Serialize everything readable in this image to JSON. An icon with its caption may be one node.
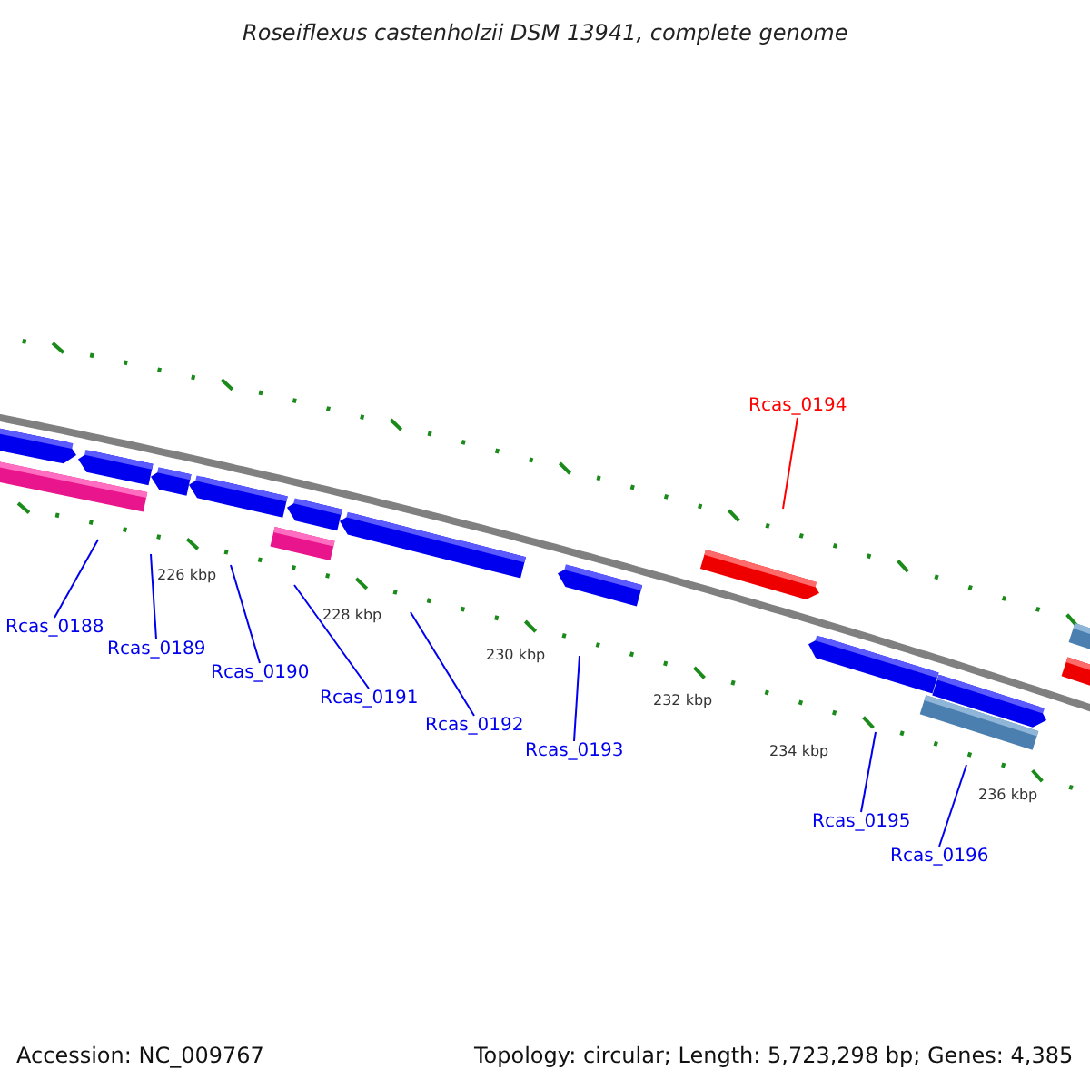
{
  "diagram": {
    "title": "Roseiflexus castenholzii DSM 13941, complete genome",
    "nodes": [
      {
        "text": [
          "Rcas_0188"
        ]
      },
      {
        "text": [
          "Rcas_0189"
        ]
      },
      {
        "text": [
          "Rcas_0190"
        ]
      },
      {
        "text": [
          "Rcas_0191"
        ]
      },
      {
        "text": [
          "Rcas_0192"
        ]
      },
      {
        "text": [
          "Rcas_0193"
        ]
      },
      {
        "text": [
          "Rcas_0194"
        ]
      },
      {
        "text": [
          "Rcas_0195"
        ]
      },
      {
        "text": [
          "Rcas_0196"
        ]
      }
    ],
    "edges": [
      {
        "from": 0,
        "to": null,
        "arrow": "none"
      },
      {
        "from": 1,
        "to": null,
        "arrow": "none"
      },
      {
        "from": 2,
        "to": null,
        "arrow": "none"
      },
      {
        "from": 3,
        "to": null,
        "arrow": "none"
      },
      {
        "from": 4,
        "to": null,
        "arrow": "none"
      },
      {
        "from": 5,
        "to": null,
        "arrow": "none"
      },
      {
        "from": 6,
        "to": null,
        "arrow": "none",
        "color": "#ff0000"
      },
      {
        "from": 7,
        "to": null,
        "arrow": "none"
      },
      {
        "from": 8,
        "to": null,
        "arrow": "none"
      }
    ],
    "labels": [
      "226 kbp",
      "228 kbp",
      "230 kbp",
      "232 kbp",
      "234 kbp",
      "236 kbp",
      "Accession: NC_009767",
      "Topology: circular; Length: 5,723,298 bp; Genes: 4,385"
    ]
  }
}
